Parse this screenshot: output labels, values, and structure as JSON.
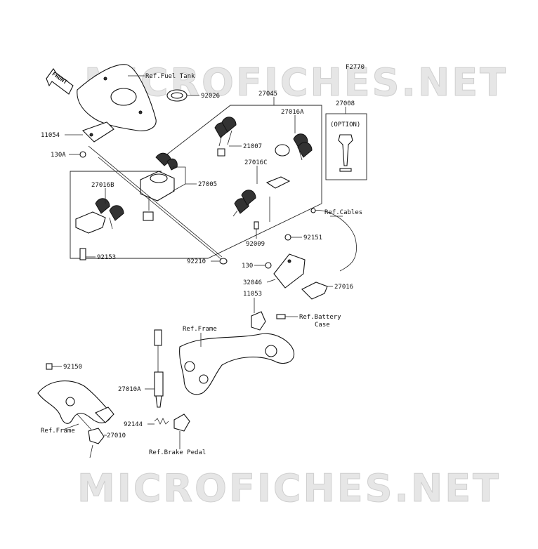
{
  "diagram_code": "F2770",
  "watermark": "MICROFICHES.NET",
  "front_label": "FRONT",
  "option_label": "(OPTION)",
  "labels": {
    "ref_fuel_tank": "Ref.Fuel Tank",
    "p92026": "92026",
    "p27045": "27045",
    "p27008": "27008",
    "p27016A": "27016A",
    "p21007": "21007",
    "p27016C": "27016C",
    "p11054": "11054",
    "p130A": "130A",
    "p27005": "27005",
    "p27016B": "27016B",
    "ref_cables": "Ref.Cables",
    "p92009": "92009",
    "p92151": "92151",
    "p92153": "92153",
    "p92210": "92210",
    "p130": "130",
    "p32046": "32046",
    "p27016": "27016",
    "p11053": "11053",
    "ref_battery_1": "Ref.Battery",
    "ref_battery_2": "Case",
    "ref_frame_top": "Ref.Frame",
    "p92150": "92150",
    "p27010A": "27010A",
    "ref_frame_left": "Ref.Frame",
    "p92144": "92144",
    "p27010": "27010",
    "ref_brake_pedal": "Ref.Brake Pedal"
  }
}
